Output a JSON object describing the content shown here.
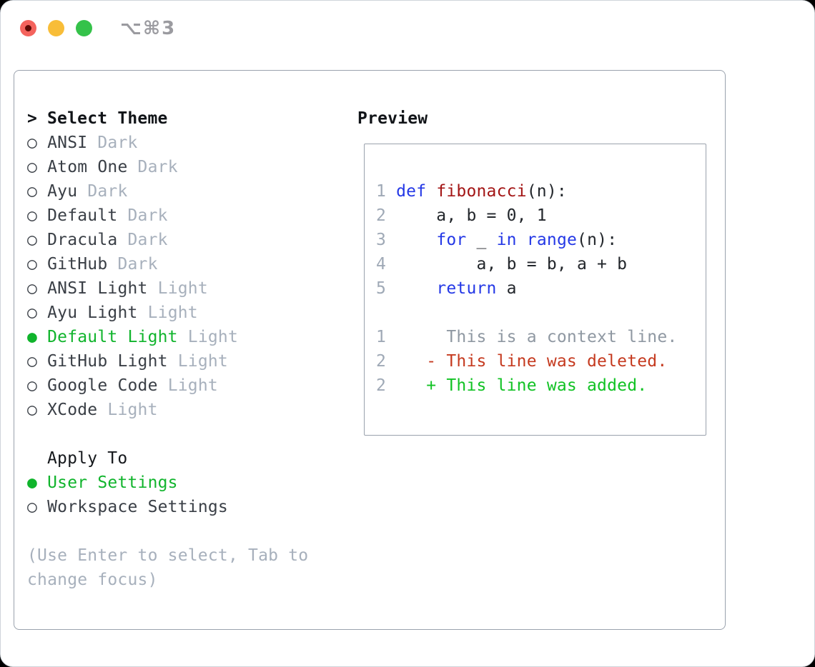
{
  "titlebar": {
    "shortcut": "⌥⌘3",
    "traffic_lights": [
      {
        "name": "close",
        "color": "#f4635d"
      },
      {
        "name": "minimize",
        "color": "#f8bd38"
      },
      {
        "name": "zoom",
        "color": "#35c24a"
      }
    ]
  },
  "panel": {
    "select_theme": {
      "cursor": ">",
      "title": "Select Theme"
    },
    "bullets": {
      "selected": "●",
      "unselected": "○"
    },
    "themes": [
      {
        "name": "ANSI",
        "variant": "Dark",
        "selected": false
      },
      {
        "name": "Atom One",
        "variant": "Dark",
        "selected": false
      },
      {
        "name": "Ayu",
        "variant": "Dark",
        "selected": false
      },
      {
        "name": "Default",
        "variant": "Dark",
        "selected": false
      },
      {
        "name": "Dracula",
        "variant": "Dark",
        "selected": false
      },
      {
        "name": "GitHub",
        "variant": "Dark",
        "selected": false
      },
      {
        "name": "ANSI Light",
        "variant": "Light",
        "selected": false
      },
      {
        "name": "Ayu Light",
        "variant": "Light",
        "selected": false
      },
      {
        "name": "Default Light",
        "variant": "Light",
        "selected": true
      },
      {
        "name": "GitHub Light",
        "variant": "Light",
        "selected": false
      },
      {
        "name": "Google Code",
        "variant": "Light",
        "selected": false
      },
      {
        "name": "XCode",
        "variant": "Light",
        "selected": false
      }
    ],
    "apply_to": {
      "title": "Apply To",
      "options": [
        {
          "label": "User Settings",
          "selected": true
        },
        {
          "label": "Workspace Settings",
          "selected": false
        }
      ]
    },
    "help": [
      "(Use Enter to select, Tab to",
      "change focus)"
    ]
  },
  "preview": {
    "title": "Preview",
    "lines": [
      {
        "num": "1",
        "seg": [
          [
            "def ",
            "kw"
          ],
          [
            "fibonacci",
            "fn"
          ],
          [
            "(n):",
            "pl"
          ]
        ]
      },
      {
        "num": "2",
        "seg": [
          [
            "    a, b = 0, 1",
            "pl"
          ]
        ]
      },
      {
        "num": "3",
        "seg": [
          [
            "    ",
            "pl"
          ],
          [
            "for",
            "kw"
          ],
          [
            " _ ",
            "pl"
          ],
          [
            "in",
            "kw"
          ],
          [
            " ",
            "pl"
          ],
          [
            "range",
            "kw"
          ],
          [
            "(n):",
            "pl"
          ]
        ]
      },
      {
        "num": "4",
        "seg": [
          [
            "        a, b = b, a + b",
            "pl"
          ]
        ]
      },
      {
        "num": "5",
        "seg": [
          [
            "    ",
            "pl"
          ],
          [
            "return",
            "kw"
          ],
          [
            " a",
            "pl"
          ]
        ]
      },
      {
        "num": "",
        "seg": []
      },
      {
        "num": "1",
        "seg": [
          [
            "     This is a context line.",
            "ctx"
          ]
        ]
      },
      {
        "num": "2",
        "seg": [
          [
            "   - This line was deleted.",
            "del"
          ]
        ]
      },
      {
        "num": "2",
        "seg": [
          [
            "   + This line was added.",
            "add"
          ]
        ]
      }
    ]
  },
  "colors": {
    "selected_green": "#10b42c",
    "added_green": "#11c224",
    "deleted_red": "#c53a1f",
    "keyword_blue": "#2438e6",
    "function_red": "#a31515",
    "muted_gray": "#a7b0bc",
    "border_gray": "#9aa2ad"
  }
}
